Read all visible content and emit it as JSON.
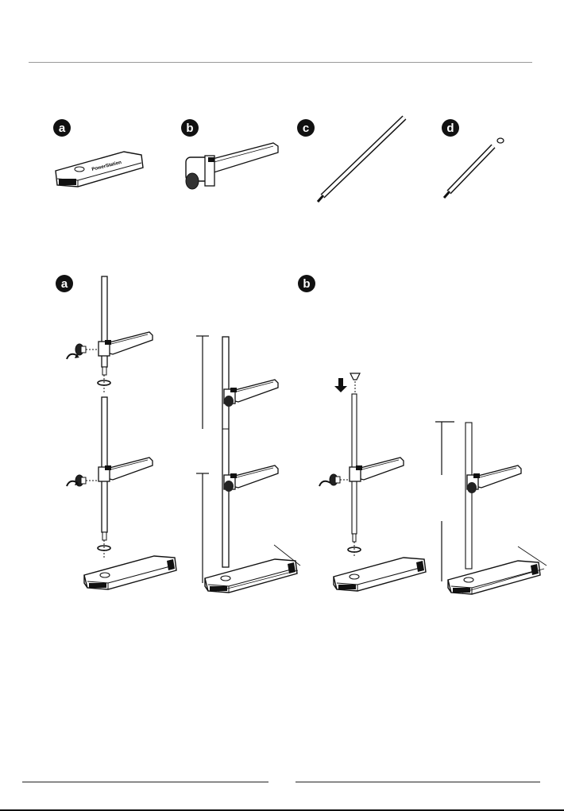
{
  "parts_section": {
    "items": [
      {
        "label": "a",
        "part": "base"
      },
      {
        "label": "b",
        "part": "support-arm"
      },
      {
        "label": "c",
        "part": "long-rod"
      },
      {
        "label": "d",
        "part": "short-rod-with-cap"
      }
    ]
  },
  "assembly_section": {
    "steps": [
      {
        "label": "a",
        "variant": "two-arm-assembly"
      },
      {
        "label": "b",
        "variant": "single-arm-assembly"
      }
    ]
  },
  "base_logo_text": "PowerStation",
  "colors": {
    "ink": "#111111",
    "rule": "#9a9a9a",
    "badge": "#111111"
  }
}
